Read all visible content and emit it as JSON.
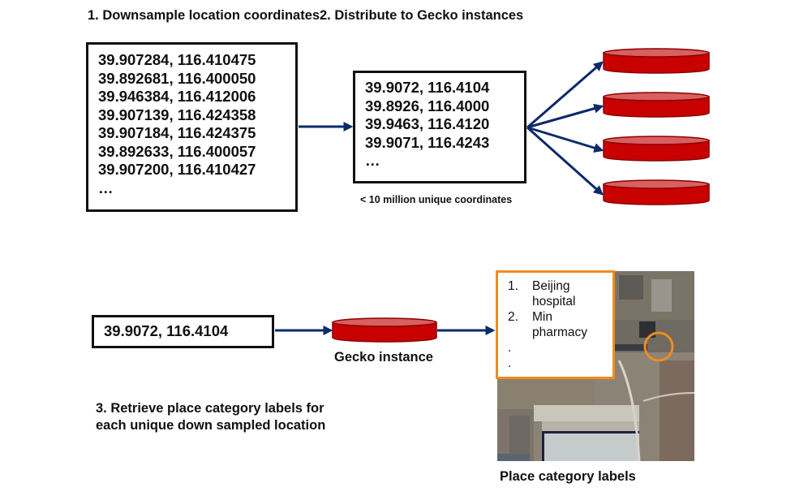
{
  "steps": {
    "step1_title": "1. Downsample location coordinates",
    "step2_title": "2. Distribute to Gecko instances",
    "step3_title_line1": "3. Retrieve place category labels for",
    "step3_title_line2": "each unique down sampled location"
  },
  "raw_coordinates": [
    "39.907284, 116.410475",
    "39.892681, 116.400050",
    "39.946384, 116.412006",
    "39.907139, 116.424358",
    "39.907184, 116.424375",
    "39.892633, 116.400057",
    "39.907200, 116.410427",
    "…"
  ],
  "downsampled_coordinates": [
    "39.9072, 116.4104",
    "39.8926, 116.4000",
    "39.9463, 116.4120",
    "39.9071, 116.4243",
    "…"
  ],
  "unique_count_note": "< 10 million unique coordinates",
  "gecko_instance_count": 4,
  "query_coordinate": "39.9072, 116.4104",
  "gecko_instance_label": "Gecko instance",
  "place_labels": {
    "items": [
      {
        "num": "1.",
        "line1": "Beijing",
        "line2": "hospital"
      },
      {
        "num": "2.",
        "line1": "Min",
        "line2": "pharmacy"
      }
    ],
    "ellipsis_dots": [
      ".",
      "."
    ],
    "caption": "Place category labels"
  },
  "colors": {
    "arrow": "#0b2a6b",
    "db_body": "#c80000",
    "db_top": "#d96060",
    "db_edge": "#8a0000",
    "highlight_orange": "#f28c1c",
    "box_border": "#111111"
  }
}
